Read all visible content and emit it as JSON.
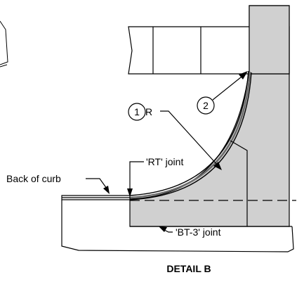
{
  "colors": {
    "line": "#000000",
    "fill": "#d0d0d0",
    "background": "#ffffff"
  },
  "callouts": [
    {
      "number": "1",
      "suffix": "R"
    },
    {
      "number": "2"
    }
  ],
  "labels": {
    "rt_joint": "'RT' joint",
    "back_of_curb": "Back of curb",
    "bt3_joint": "'BT-3' joint"
  },
  "title": "DETAIL B"
}
